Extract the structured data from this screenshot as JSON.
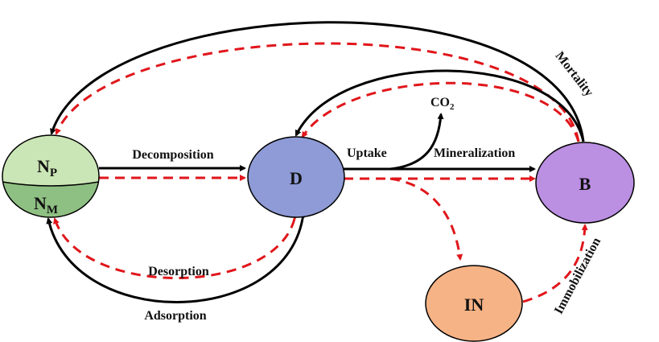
{
  "nodes": {
    "np": {
      "label": "N",
      "sub": "P",
      "color": "#cbe6b6"
    },
    "nm": {
      "label": "N",
      "sub": "M",
      "color": "#8fc083"
    },
    "d": {
      "label": "D",
      "color": "#8e9bd6"
    },
    "b": {
      "label": "B",
      "color": "#bb8fe2"
    },
    "in": {
      "label": "IN",
      "color": "#f6b386"
    }
  },
  "labels": {
    "decomposition": "Decomposition",
    "uptake": "Uptake",
    "mineralization": "Mineralization",
    "co2": "CO",
    "co2_sub": "2",
    "mortality": "Mortality",
    "desorption": "Desorption",
    "adsorption": "Adsorption",
    "immobilization": "Immobilization"
  },
  "colors": {
    "solid": "#000000",
    "dashed": "#e0161b"
  }
}
